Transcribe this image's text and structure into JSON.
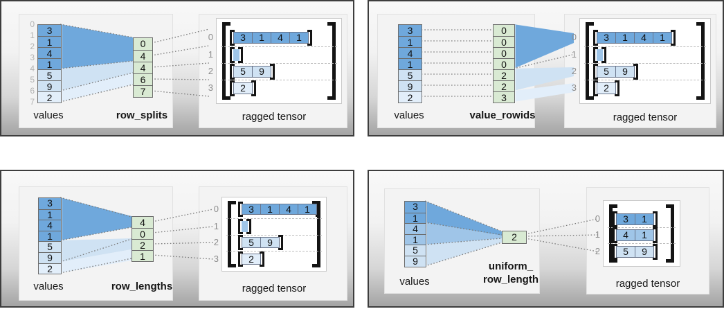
{
  "colors": {
    "cell_dark": "#6fa8dc",
    "cell_mid": "#9fc5e8",
    "cell_light": "#cfe2f3",
    "cell_lighter": "#e2eefa",
    "transform_green": "#d9ead3"
  },
  "panels": [
    {
      "id": "row_splits",
      "values_label": "values",
      "method_label": "row_splits",
      "tensor_label": "ragged tensor",
      "value_boundary_indices": [
        "0",
        "1",
        "2",
        "3",
        "4",
        "5",
        "6",
        "7"
      ],
      "values": [
        {
          "v": "3",
          "shade": "dark"
        },
        {
          "v": "1",
          "shade": "dark"
        },
        {
          "v": "4",
          "shade": "dark"
        },
        {
          "v": "1",
          "shade": "dark"
        },
        {
          "v": "5",
          "shade": "light"
        },
        {
          "v": "9",
          "shade": "light"
        },
        {
          "v": "2",
          "shade": "lighter"
        }
      ],
      "transform_cells": [
        "0",
        "4",
        "4",
        "6",
        "7"
      ],
      "tensor_rows": [
        {
          "label": "0",
          "shade": "dark",
          "cells": [
            "3",
            "1",
            "4",
            "1"
          ]
        },
        {
          "label": "1",
          "shade": "mid",
          "cells": []
        },
        {
          "label": "2",
          "shade": "light",
          "cells": [
            "5",
            "9"
          ]
        },
        {
          "label": "3",
          "shade": "lighter",
          "cells": [
            "2"
          ]
        }
      ]
    },
    {
      "id": "value_rowids",
      "values_label": "values",
      "method_label": "value_rowids",
      "tensor_label": "ragged tensor",
      "values": [
        {
          "v": "3",
          "shade": "dark"
        },
        {
          "v": "1",
          "shade": "dark"
        },
        {
          "v": "4",
          "shade": "dark"
        },
        {
          "v": "1",
          "shade": "dark"
        },
        {
          "v": "5",
          "shade": "light"
        },
        {
          "v": "9",
          "shade": "light"
        },
        {
          "v": "2",
          "shade": "lighter"
        }
      ],
      "transform_cells": [
        "0",
        "0",
        "0",
        "0",
        "2",
        "2",
        "3"
      ],
      "tensor_rows": [
        {
          "label": "0",
          "shade": "dark",
          "cells": [
            "3",
            "1",
            "4",
            "1"
          ]
        },
        {
          "label": "1",
          "shade": "mid",
          "cells": []
        },
        {
          "label": "2",
          "shade": "light",
          "cells": [
            "5",
            "9"
          ]
        },
        {
          "label": "3",
          "shade": "lighter",
          "cells": [
            "2"
          ]
        }
      ]
    },
    {
      "id": "row_lengths",
      "values_label": "values",
      "method_label": "row_lengths",
      "tensor_label": "ragged tensor",
      "values": [
        {
          "v": "3",
          "shade": "dark"
        },
        {
          "v": "1",
          "shade": "dark"
        },
        {
          "v": "4",
          "shade": "dark"
        },
        {
          "v": "1",
          "shade": "dark"
        },
        {
          "v": "5",
          "shade": "light"
        },
        {
          "v": "9",
          "shade": "light"
        },
        {
          "v": "2",
          "shade": "lighter"
        }
      ],
      "transform_cells": [
        "4",
        "0",
        "2",
        "1"
      ],
      "tensor_rows": [
        {
          "label": "0",
          "shade": "dark",
          "cells": [
            "3",
            "1",
            "4",
            "1"
          ]
        },
        {
          "label": "1",
          "shade": "mid",
          "cells": []
        },
        {
          "label": "2",
          "shade": "light",
          "cells": [
            "5",
            "9"
          ]
        },
        {
          "label": "3",
          "shade": "lighter",
          "cells": [
            "2"
          ]
        }
      ]
    },
    {
      "id": "uniform_row_length",
      "values_label": "values",
      "method_label": "uniform_\nrow_length",
      "tensor_label": "ragged tensor",
      "values": [
        {
          "v": "3",
          "shade": "dark"
        },
        {
          "v": "1",
          "shade": "dark"
        },
        {
          "v": "4",
          "shade": "mid"
        },
        {
          "v": "1",
          "shade": "mid"
        },
        {
          "v": "5",
          "shade": "light"
        },
        {
          "v": "9",
          "shade": "light"
        }
      ],
      "transform_cells": [
        "2"
      ],
      "tensor_rows": [
        {
          "label": "0",
          "shade": "dark",
          "cells": [
            "3",
            "1"
          ]
        },
        {
          "label": "1",
          "shade": "mid",
          "cells": [
            "4",
            "1"
          ]
        },
        {
          "label": "2",
          "shade": "light",
          "cells": [
            "5",
            "9"
          ]
        }
      ]
    }
  ]
}
